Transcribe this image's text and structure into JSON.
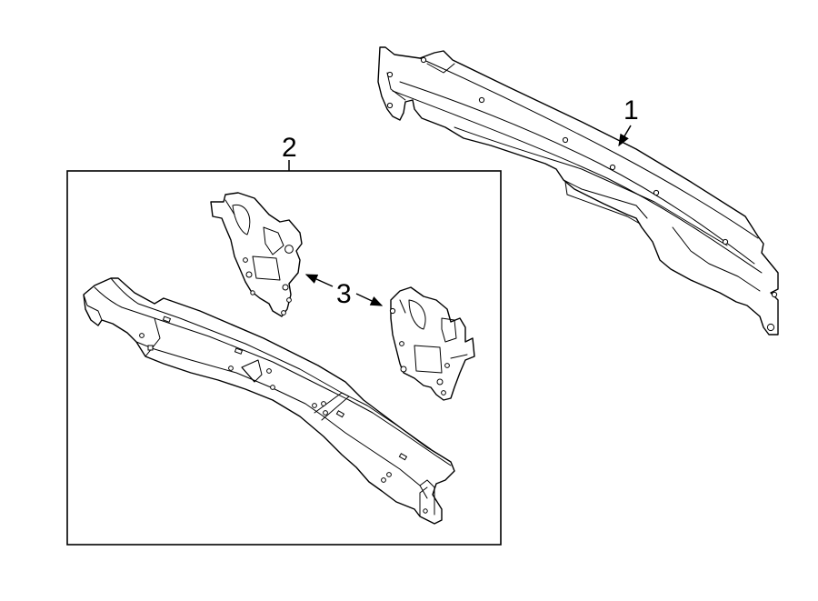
{
  "callouts": {
    "part1": "1",
    "part2": "2",
    "part3": "3"
  },
  "colors": {
    "line": "#000000",
    "background": "#ffffff"
  }
}
